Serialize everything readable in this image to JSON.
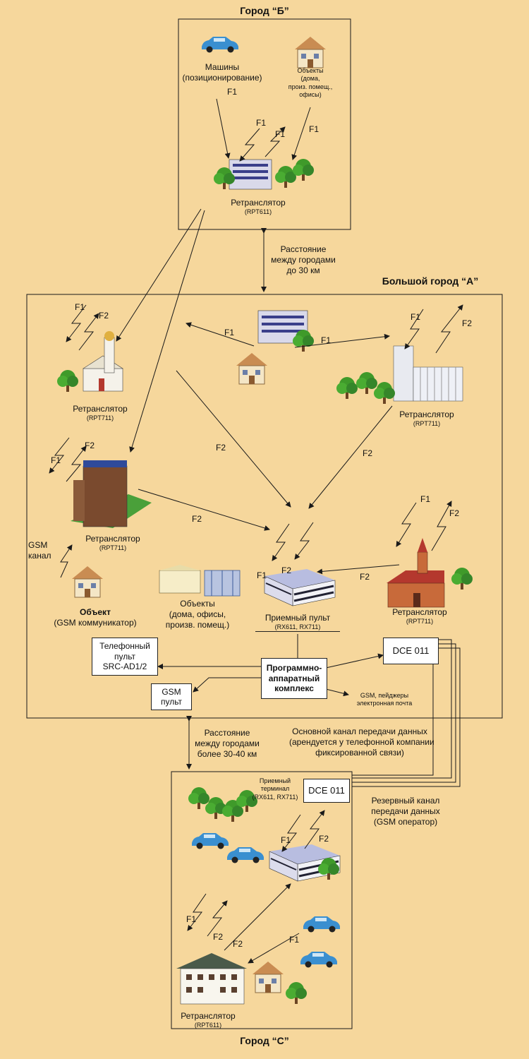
{
  "cities": {
    "b": {
      "title": "Город “Б”"
    },
    "a": {
      "title": "Большой город “А”"
    },
    "c": {
      "title": "Город “С”"
    }
  },
  "distance_ab": [
    "Расстояние",
    "между городами",
    "до 30 км"
  ],
  "distance_ac": [
    "Расстояние",
    "между городами",
    "более 30-40 км"
  ],
  "city_b": {
    "cars": [
      "Машины",
      "(позиционирование)"
    ],
    "objects": [
      "Объекты",
      "(дома,",
      "произ. помещ.,",
      "офисы)"
    ],
    "repeater": "Ретранслятор",
    "repeater_model": "(RPT611)"
  },
  "city_a": {
    "rep_tl": {
      "name": "Ретранслятор",
      "model": "(RPT711)"
    },
    "rep_tr": {
      "name": "Ретранслятор",
      "model": "(RPT711)"
    },
    "rep_ml": {
      "name": "Ретранслятор",
      "model": "(RPT711)"
    },
    "rep_br": {
      "name": "Ретранслятор",
      "model": "(RPT711)"
    },
    "gsm_channel": [
      "GSM",
      "канал"
    ],
    "object_gsm": {
      "name": "Объект",
      "sub": "(GSM коммуникатор)"
    },
    "objects": [
      "Объекты",
      "(дома, офисы,",
      "произв. помещ.)"
    ],
    "receiver": {
      "name": "Приемный пульт",
      "model": "(RX611, RX711)"
    },
    "phone_console": [
      "Телефонный",
      "пульт",
      "SRC-AD1/2"
    ],
    "software": [
      "Программно-",
      "аппаратный",
      "комплекс"
    ],
    "gsm_console": [
      "GSM",
      "пульт"
    ],
    "dce": "DCE 011",
    "notify": [
      "GSM, пейджеры",
      "электронная почта"
    ]
  },
  "channels": {
    "main": [
      "Основной канал передачи данных",
      "(арендуется у телефонной компании",
      "фиксированной связи)"
    ],
    "backup": [
      "Резервный канал",
      "передачи данных",
      "(GSM оператор)"
    ]
  },
  "city_c": {
    "terminal": [
      "Приемный",
      "терминал",
      "(RX611, RX711)"
    ],
    "dce": "DCE 011",
    "repeater": "Ретранслятор",
    "repeater_model": "(RPT611)"
  },
  "freq": {
    "f1": "F1",
    "f2": "F2"
  },
  "colors": {
    "background": "#f6d79c",
    "line": "#1a1a1a",
    "building": "#d8d8e8",
    "roof": "#b4382e",
    "tree": "#3f9a2a"
  }
}
